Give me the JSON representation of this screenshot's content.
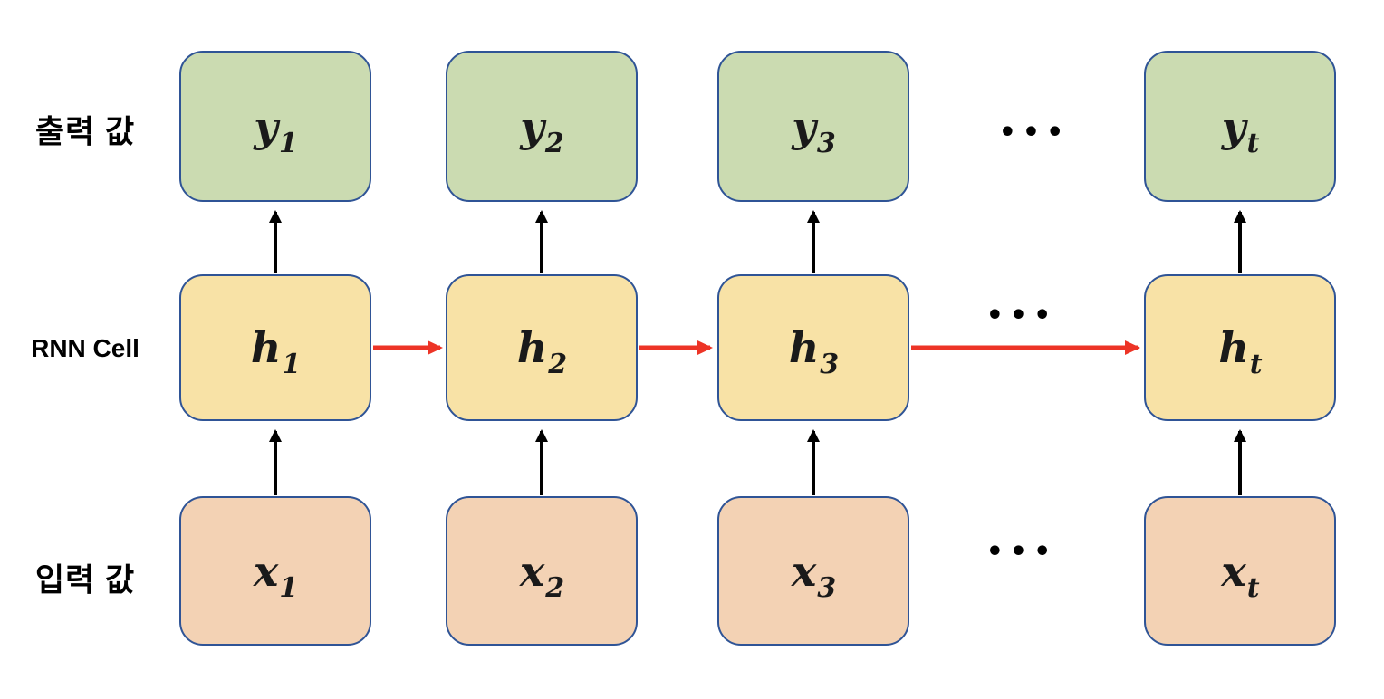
{
  "diagram": {
    "type": "rnn-unrolled",
    "colors": {
      "background": "#ffffff",
      "box_border": "#2f5496",
      "output_fill": "#cbdbb1",
      "cell_fill": "#f8e2a6",
      "input_fill": "#f3d2b4",
      "vertical_arrow": "#000000",
      "recurrent_arrow": "#ed3426"
    },
    "rows": [
      {
        "id": "output",
        "side_label": "출력 값",
        "ellipsis": "•••",
        "nodes": [
          {
            "base": "y",
            "sub": "1"
          },
          {
            "base": "y",
            "sub": "2"
          },
          {
            "base": "y",
            "sub": "3"
          },
          {
            "base": "y",
            "sub": "t"
          }
        ]
      },
      {
        "id": "rnn-cell",
        "side_label": "RNN Cell",
        "ellipsis": "•••",
        "nodes": [
          {
            "base": "h",
            "sub": "1"
          },
          {
            "base": "h",
            "sub": "2"
          },
          {
            "base": "h",
            "sub": "3"
          },
          {
            "base": "h",
            "sub": "t"
          }
        ]
      },
      {
        "id": "input",
        "side_label": "입력 값",
        "ellipsis": "•••",
        "nodes": [
          {
            "base": "x",
            "sub": "1"
          },
          {
            "base": "x",
            "sub": "2"
          },
          {
            "base": "x",
            "sub": "3"
          },
          {
            "base": "x",
            "sub": "t"
          }
        ]
      }
    ]
  }
}
